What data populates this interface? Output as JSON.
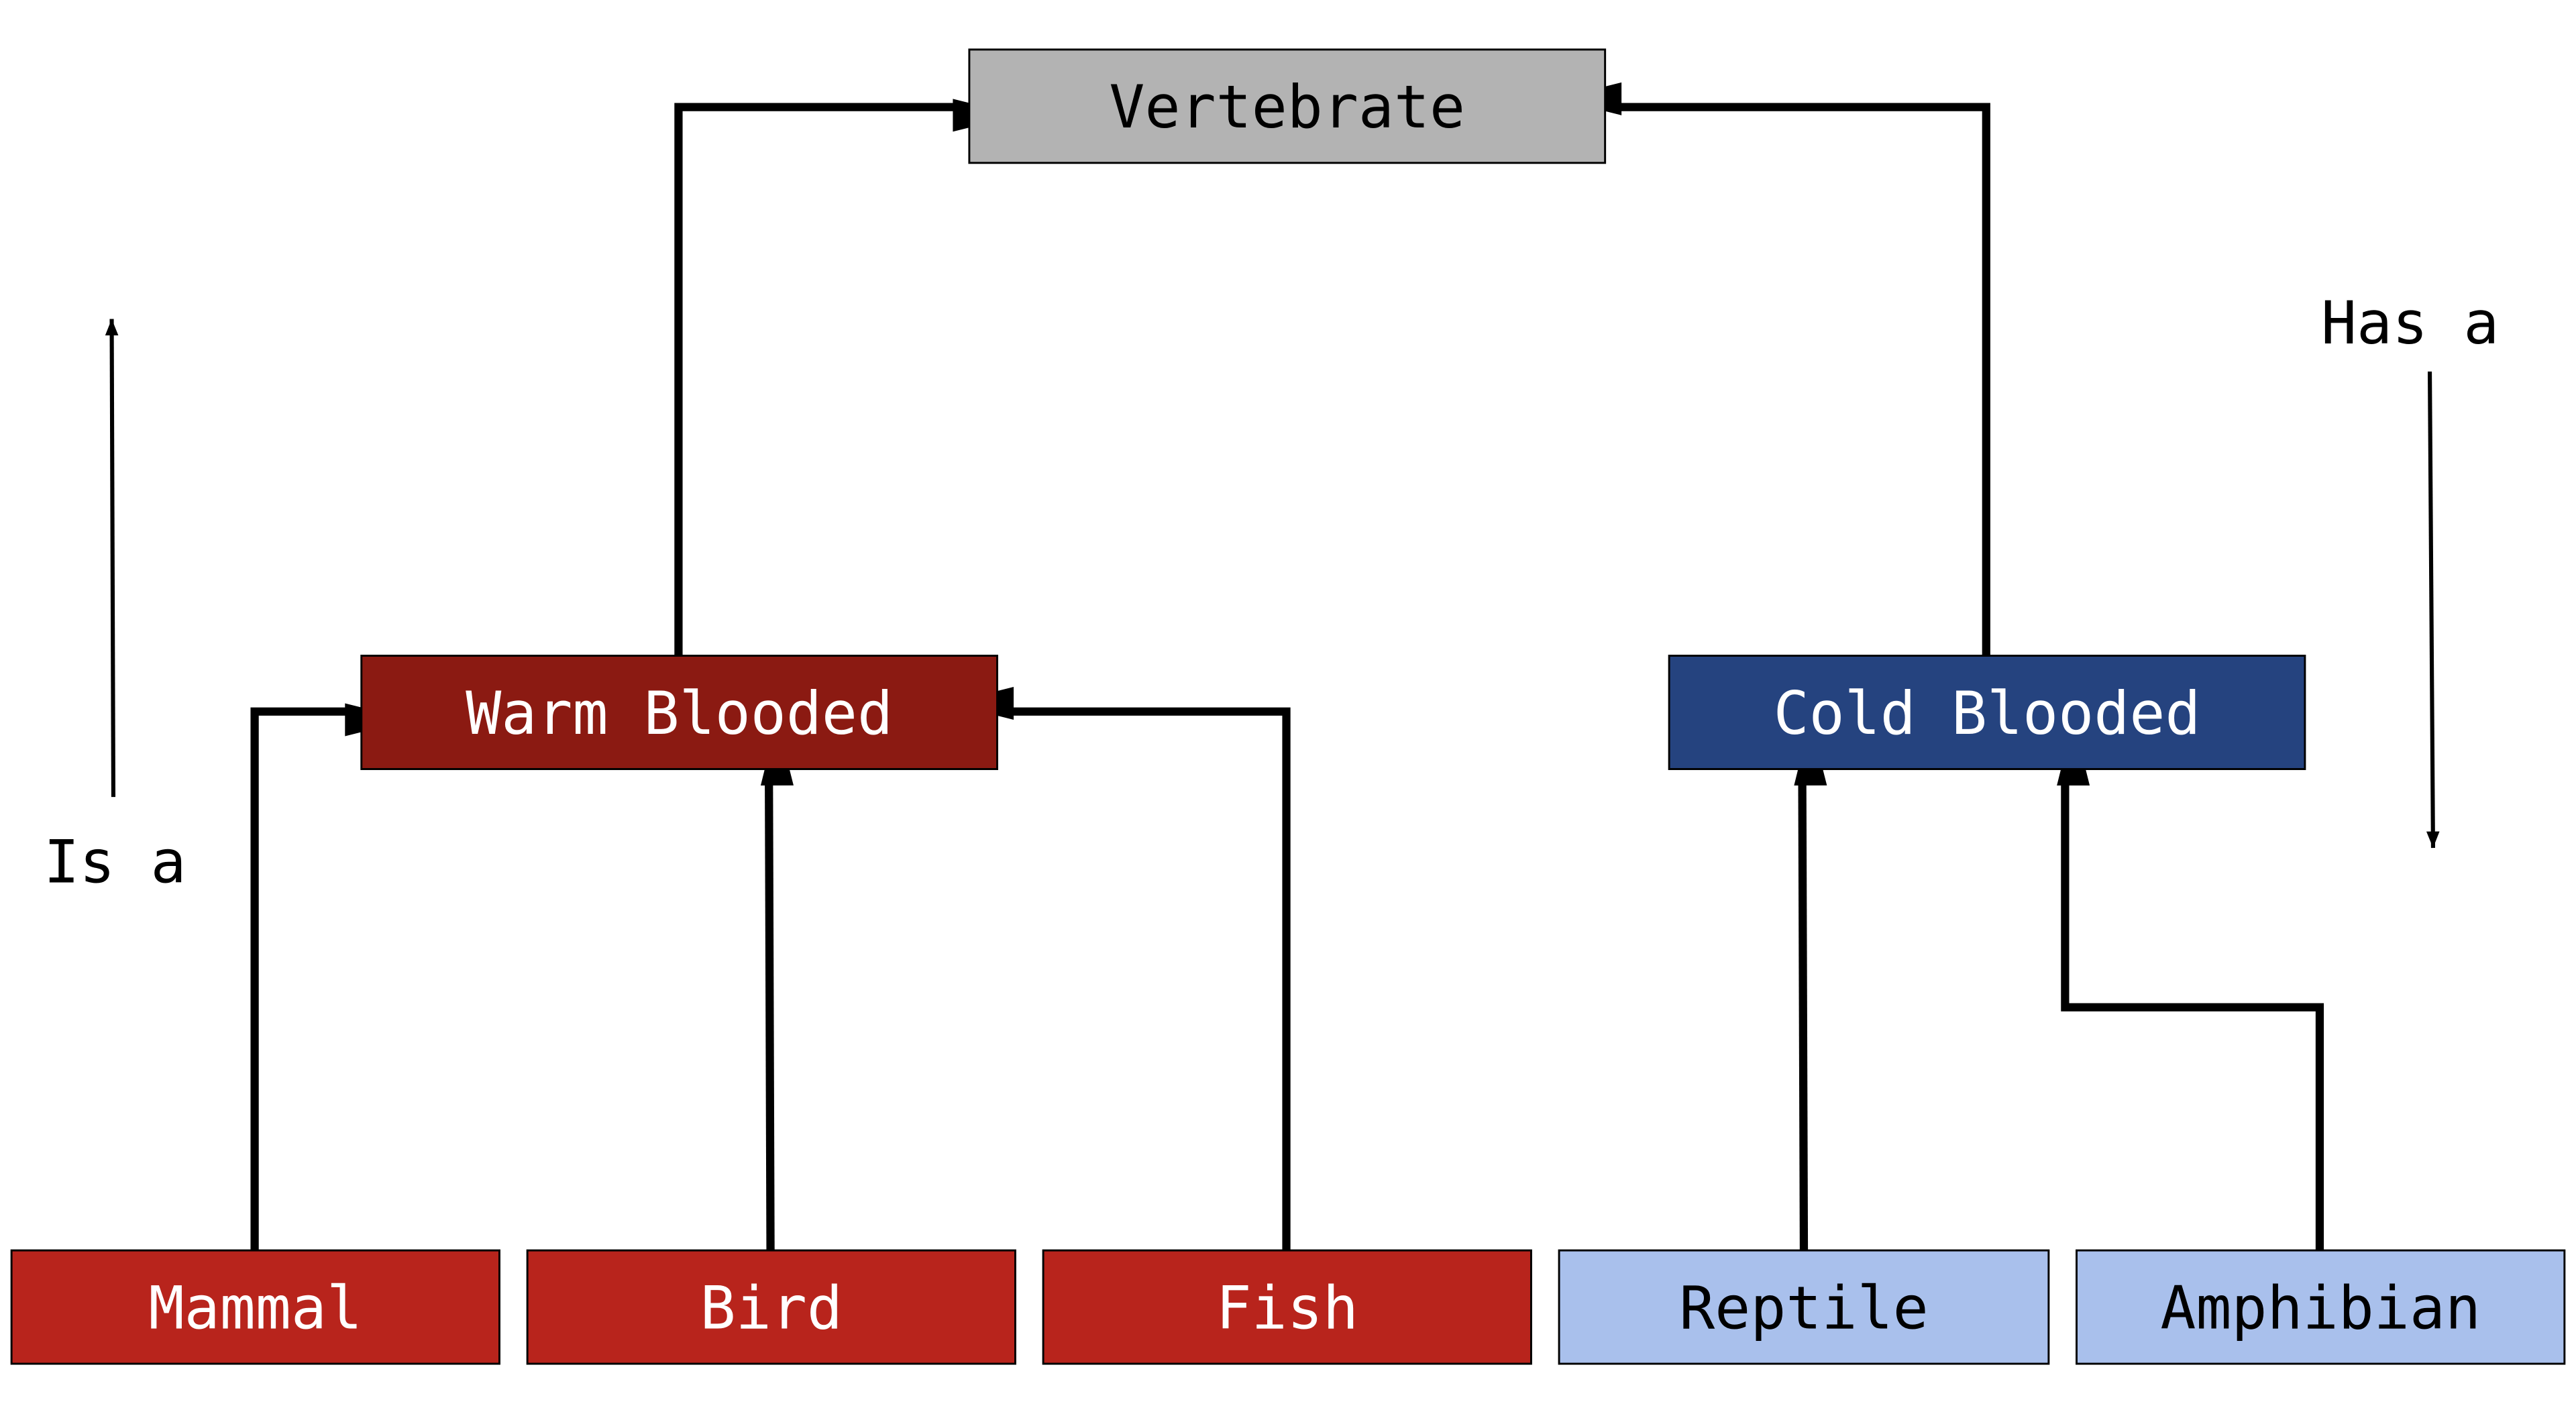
{
  "nodes": [
    {
      "id": "vertebrate",
      "label": "Vertebrate",
      "fill": "#b3b3b3",
      "text_color": "#000000"
    },
    {
      "id": "warm",
      "label": "Warm Blooded",
      "fill": "#8b1a12",
      "text_color": "#ffffff"
    },
    {
      "id": "cold",
      "label": "Cold Blooded",
      "fill": "#25437f",
      "text_color": "#ffffff"
    },
    {
      "id": "mammal",
      "label": "Mammal",
      "fill": "#b8241c",
      "text_color": "#ffffff"
    },
    {
      "id": "bird",
      "label": "Bird",
      "fill": "#b8241c",
      "text_color": "#ffffff"
    },
    {
      "id": "fish",
      "label": "Fish",
      "fill": "#b8241c",
      "text_color": "#ffffff"
    },
    {
      "id": "reptile",
      "label": "Reptile",
      "fill": "#a9c0ec",
      "text_color": "#000000"
    },
    {
      "id": "amphibian",
      "label": "Amphibian",
      "fill": "#a9c0ec",
      "text_color": "#000000"
    }
  ],
  "edges": [
    {
      "from": "warm",
      "to": "vertebrate"
    },
    {
      "from": "cold",
      "to": "vertebrate"
    },
    {
      "from": "mammal",
      "to": "warm"
    },
    {
      "from": "bird",
      "to": "warm"
    },
    {
      "from": "fish",
      "to": "warm"
    },
    {
      "from": "reptile",
      "to": "cold"
    },
    {
      "from": "amphibian",
      "to": "cold"
    }
  ],
  "legend": {
    "is_a": "Is a",
    "has_a": "Has a"
  }
}
